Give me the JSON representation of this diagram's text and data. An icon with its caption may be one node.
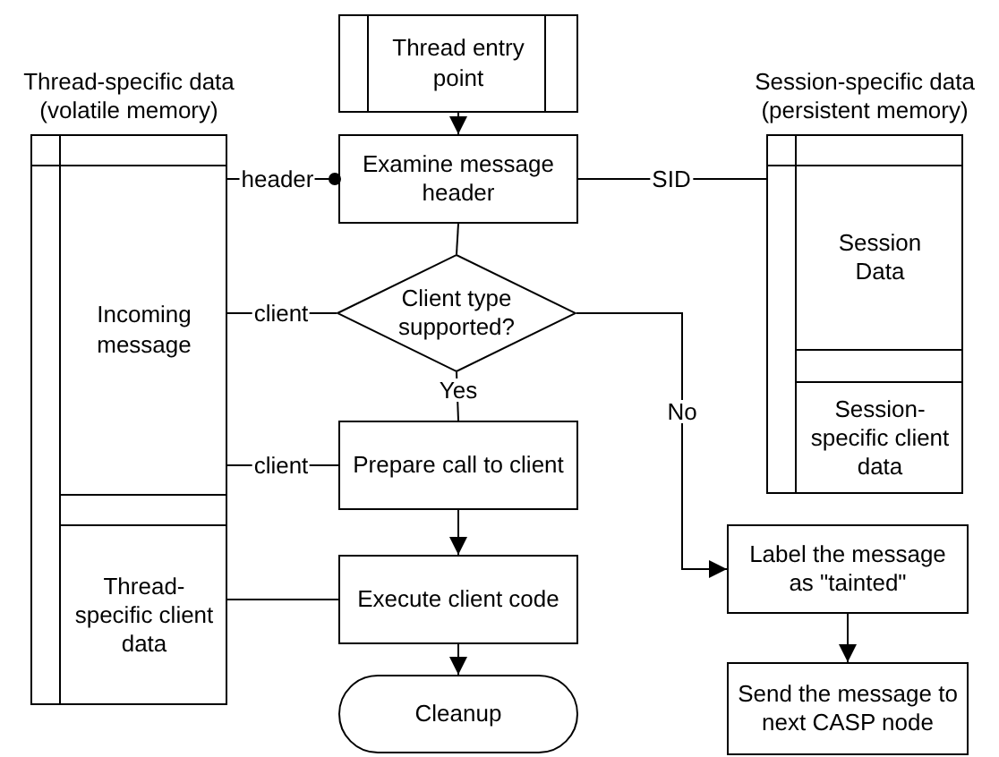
{
  "diagram": {
    "nodes": [
      {
        "text": [
          "Thread-specific data (volatile memory)"
        ]
      },
      {
        "text": [
          "Incoming message"
        ],
        "in": 0
      },
      {
        "text": [
          "Thread-specific client data"
        ],
        "in": 0
      },
      {
        "text": [
          "Thread entry point"
        ]
      },
      {
        "text": [
          "Examine message header"
        ]
      },
      {
        "text": [
          "Client type supported?"
        ]
      },
      {
        "text": [
          "Prepare call to client"
        ]
      },
      {
        "text": [
          "Execute client code"
        ]
      },
      {
        "text": [
          "Cleanup"
        ]
      },
      {
        "text": [
          "Session-specific data (persistent memory)"
        ]
      },
      {
        "text": [
          "Session Data"
        ],
        "in": 9
      },
      {
        "text": [
          "Session-specific client data"
        ],
        "in": 9
      },
      {
        "text": [
          "Label the message as \"tainted\""
        ]
      },
      {
        "text": [
          "Send the message to next CASP node"
        ]
      }
    ],
    "edges": [
      {
        "from": 3,
        "to": 4,
        "arrow": "to"
      },
      {
        "from": 1,
        "to": 4,
        "arrow": "other",
        "label": "header"
      },
      {
        "from": 4,
        "to": 9,
        "arrow": "none",
        "label": "SID"
      },
      {
        "from": 4,
        "to": 5,
        "arrow": "none"
      },
      {
        "from": 1,
        "to": 5,
        "arrow": "none",
        "label": "client"
      },
      {
        "from": 5,
        "to": 6,
        "arrow": "none",
        "label": "Yes"
      },
      {
        "from": 5,
        "to": 12,
        "arrow": "to",
        "label": "No"
      },
      {
        "from": 1,
        "to": 6,
        "arrow": "none",
        "label": "client"
      },
      {
        "from": 6,
        "to": 7,
        "arrow": "to"
      },
      {
        "from": 2,
        "to": 7,
        "arrow": "none"
      },
      {
        "from": 7,
        "to": 8,
        "arrow": "to"
      },
      {
        "from": 12,
        "to": 13,
        "arrow": "to"
      }
    ]
  }
}
